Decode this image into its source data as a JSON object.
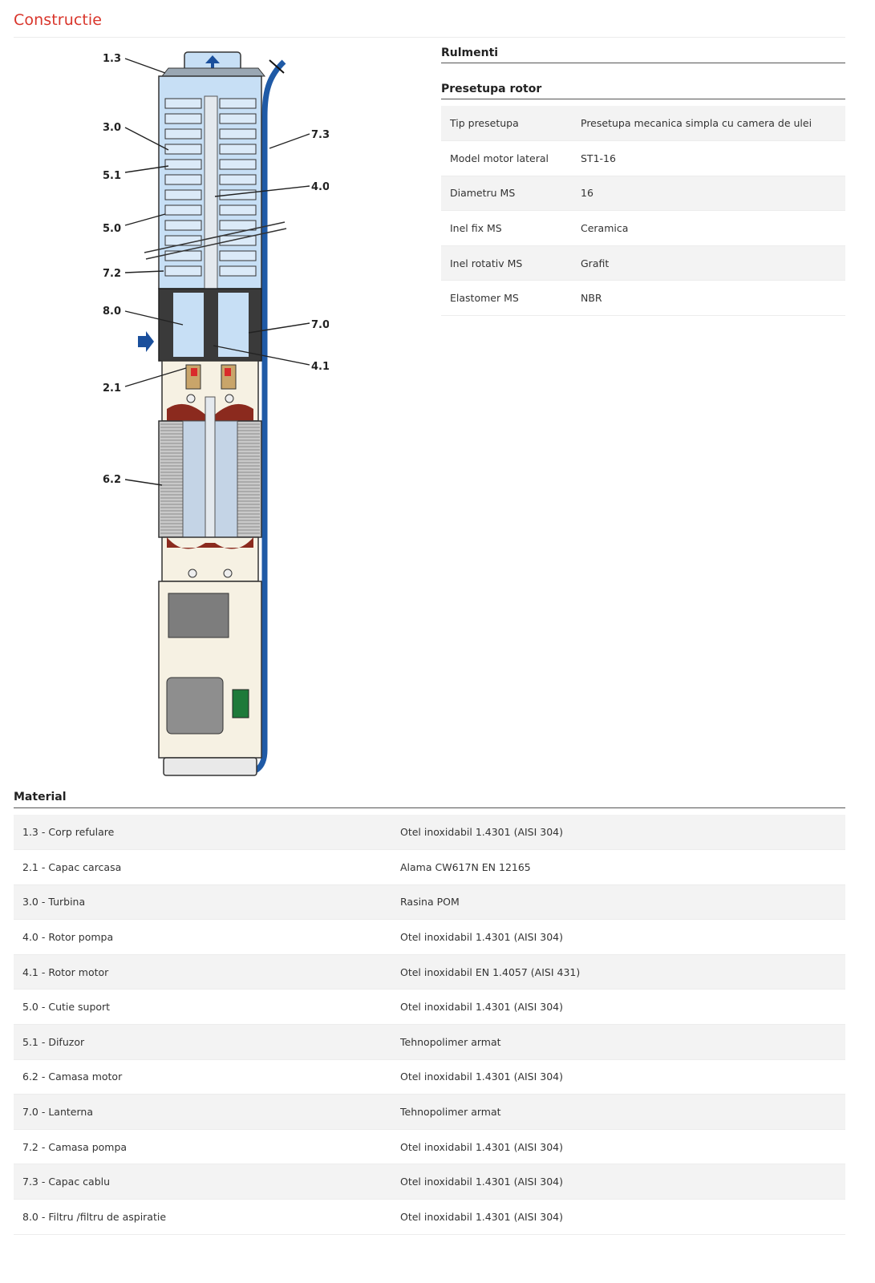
{
  "section": {
    "title": "Constructie"
  },
  "diagram": {
    "labels": [
      "1.3",
      "3.0",
      "5.1",
      "5.0",
      "7.2",
      "8.0",
      "2.1",
      "6.2",
      "7.3",
      "4.0",
      "7.0",
      "4.1"
    ],
    "colors": {
      "pump_blue": "#c7dff5",
      "cable": "#1f5aa6",
      "arrow": "#1a4f9c",
      "motor_red": "#8b2a1e",
      "seal_green": "#1e7a3a"
    }
  },
  "bearings": {
    "title": "Rulmenti"
  },
  "seal": {
    "title": "Presetupa rotor",
    "rows": [
      {
        "key": "Tip presetupa",
        "value": "Presetupa mecanica simpla cu camera de ulei"
      },
      {
        "key": "Model motor lateral",
        "value": "ST1-16"
      },
      {
        "key": "Diametru MS",
        "value": "16"
      },
      {
        "key": "Inel fix MS",
        "value": "Ceramica"
      },
      {
        "key": "Inel rotativ MS",
        "value": "Grafit"
      },
      {
        "key": "Elastomer MS",
        "value": "NBR"
      }
    ]
  },
  "material": {
    "title": "Material",
    "rows": [
      {
        "key": "1.3 - Corp refulare",
        "value": "Otel inoxidabil 1.4301 (AISI 304)"
      },
      {
        "key": "2.1 - Capac carcasa",
        "value": "Alama CW617N EN 12165"
      },
      {
        "key": "3.0 - Turbina",
        "value": "Rasina POM"
      },
      {
        "key": "4.0 - Rotor pompa",
        "value": "Otel inoxidabil 1.4301 (AISI 304)"
      },
      {
        "key": "4.1 - Rotor motor",
        "value": "Otel inoxidabil EN 1.4057 (AISI 431)"
      },
      {
        "key": "5.0 - Cutie suport",
        "value": "Otel inoxidabil 1.4301 (AISI 304)"
      },
      {
        "key": "5.1 - Difuzor",
        "value": "Tehnopolimer armat"
      },
      {
        "key": "6.2 - Camasa motor",
        "value": "Otel inoxidabil 1.4301 (AISI 304)"
      },
      {
        "key": "7.0 - Lanterna",
        "value": "Tehnopolimer armat"
      },
      {
        "key": "7.2 - Camasa pompa",
        "value": "Otel inoxidabil 1.4301 (AISI 304)"
      },
      {
        "key": "7.3 - Capac cablu",
        "value": "Otel inoxidabil 1.4301 (AISI 304)"
      },
      {
        "key": "8.0 - Filtru /filtru de aspiratie",
        "value": "Otel inoxidabil 1.4301 (AISI 304)"
      }
    ]
  }
}
